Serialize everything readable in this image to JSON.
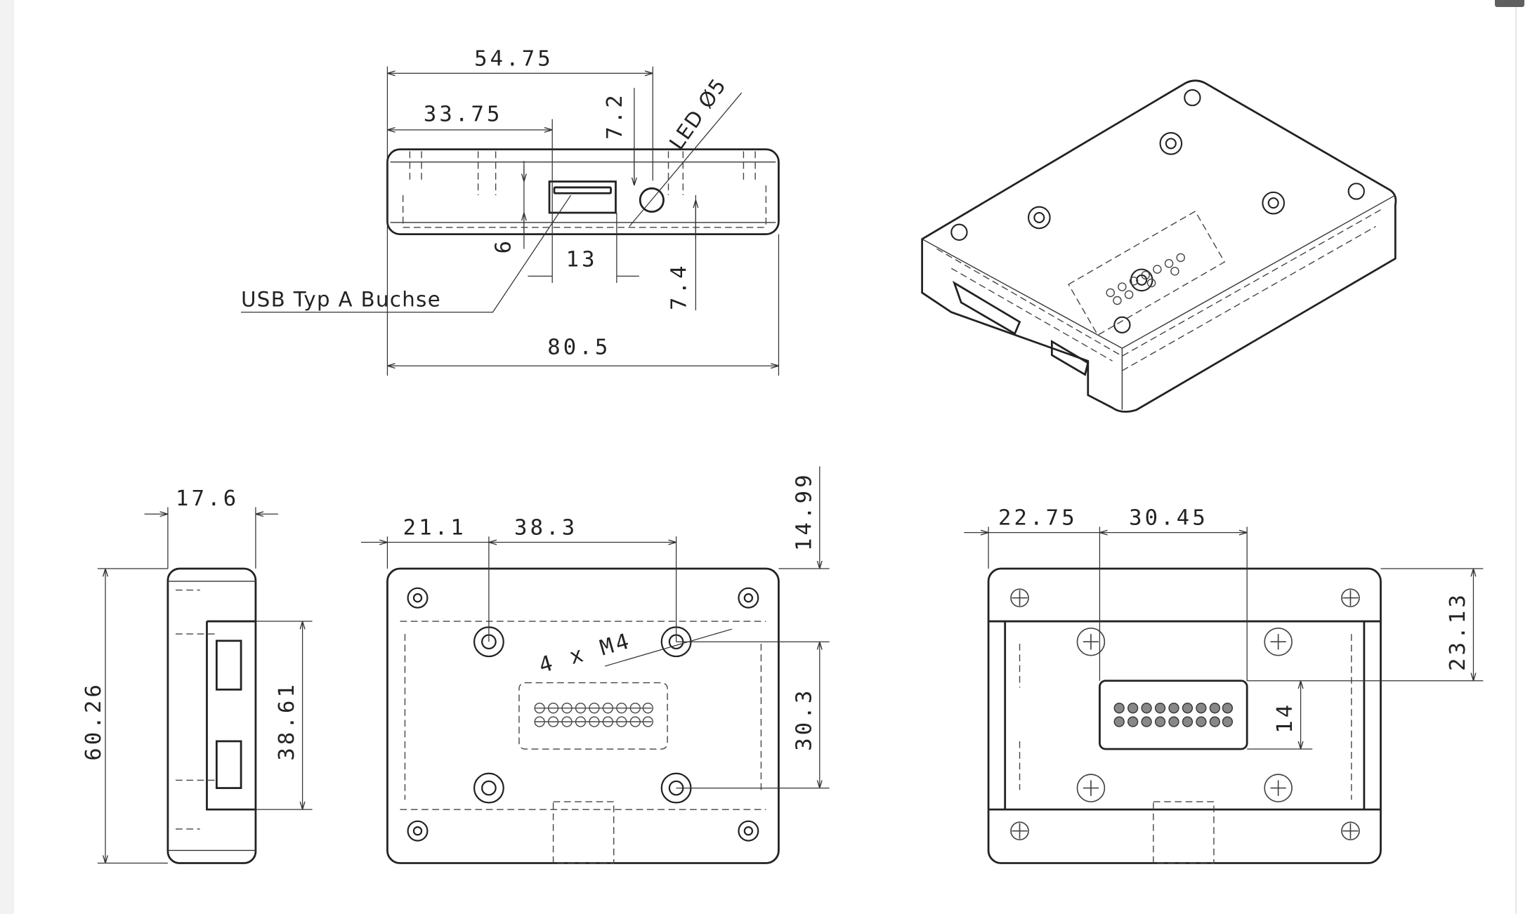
{
  "front_view": {
    "dim_total_width": "80.5",
    "dim_led_x": "54.75",
    "dim_usb_x": "33.75",
    "dim_led_top": "7.2",
    "dim_led_bottom": "7.4",
    "dim_usb_height": "6",
    "dim_usb_width": "13",
    "led_label": "LED Ø5",
    "usb_label": "USB Typ A Buchse"
  },
  "side_view": {
    "dim_depth": "17.6",
    "dim_height": "60.26",
    "dim_port_span": "38.61"
  },
  "top_view": {
    "dim_hole_x1": "21.1",
    "dim_hole_x2": "38.3",
    "dim_top_offset": "14.99",
    "dim_hole_y": "30.3",
    "hole_label": "4 x M4"
  },
  "bottom_view": {
    "dim_conn_x1": "22.75",
    "dim_conn_x2": "30.45",
    "dim_conn_y": "23.13",
    "dim_conn_h": "14"
  },
  "colors": {
    "line": "#222222",
    "background": "#ffffff"
  }
}
